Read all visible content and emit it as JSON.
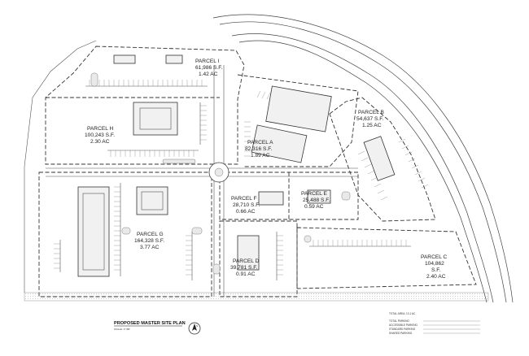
{
  "drawing": {
    "title": "PROPOSED MASTER SITE PLAN",
    "scale_text": "SCALE: 1\"=80'",
    "north_arrow_letter": "N"
  },
  "parcels": {
    "i": {
      "name": "PARCEL I",
      "area_sf": "61,986 S.F.",
      "acres": "1.42 AC"
    },
    "h": {
      "name": "PARCEL H",
      "area_sf": "100,243 S.F.",
      "acres": "2.30 AC"
    },
    "a": {
      "name": "PARCEL A",
      "area_sf": "82,316 S.F.",
      "acres": "1.89 AC"
    },
    "b": {
      "name": "PARCEL B",
      "area_sf": "54,637 S.F.",
      "acres": "1.25 AC"
    },
    "f": {
      "name": "PARCEL F",
      "area_sf": "28,710 S.F.",
      "acres": "0.66 AC"
    },
    "e": {
      "name": "PARCEL E",
      "area_sf": "25,488 S.F.",
      "acres": "0.59 AC"
    },
    "g": {
      "name": "PARCEL G",
      "area_sf": "164,328 S.F.",
      "acres": "3.77 AC"
    },
    "d": {
      "name": "PARCEL D",
      "area_sf": "39,781 S.F.",
      "acres": "0.91 AC"
    },
    "c": {
      "name": "PARCEL C",
      "area_sf": "104,862",
      "sf_unit": "S.F.",
      "acres": "2.40 AC"
    }
  },
  "notes": {
    "heading": "TOTAL AREA: 13.1 AC",
    "rows": [
      "TOTAL PARKING",
      "ACCESSIBLE PARKING",
      "STANDARD PARKING",
      "SHARED PARKING"
    ]
  }
}
